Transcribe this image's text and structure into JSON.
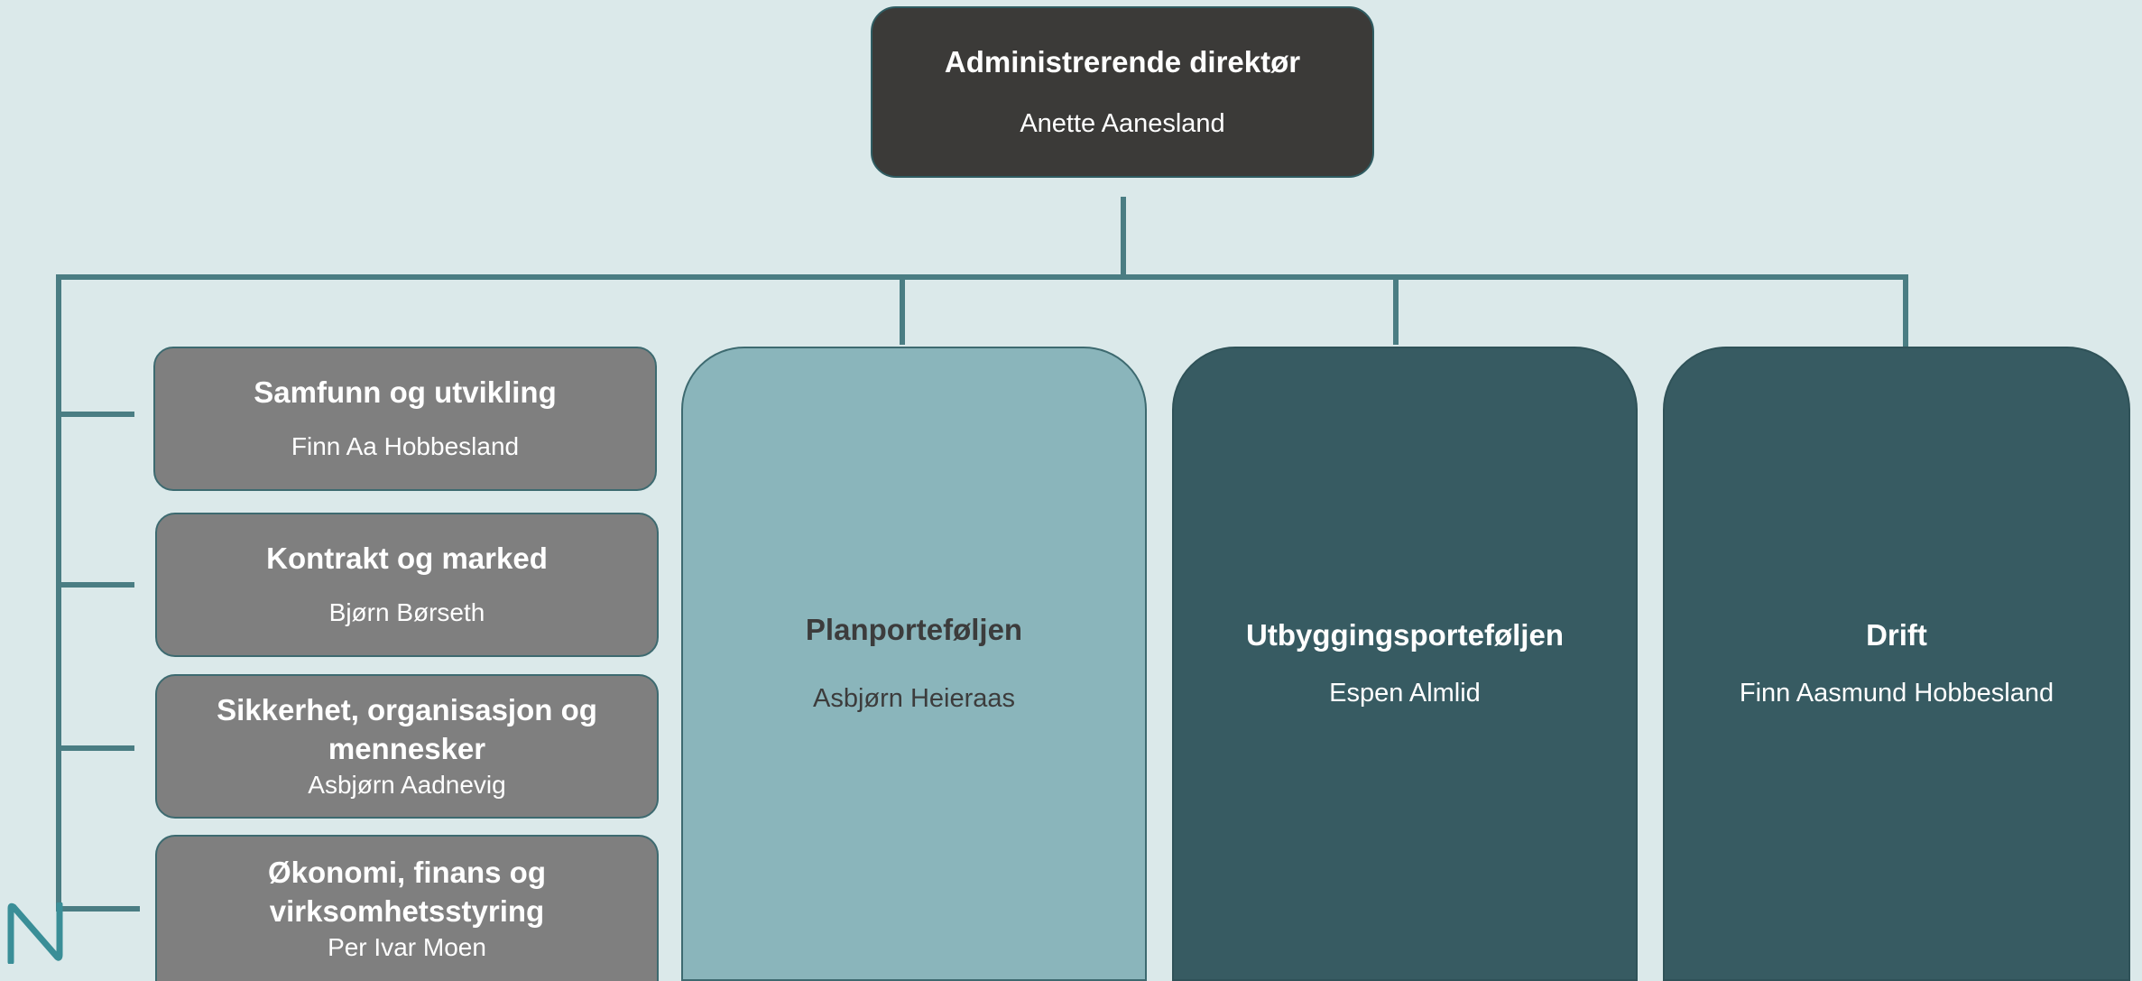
{
  "ceo": {
    "title": "Administrerende direktør",
    "name": "Anette Aanesland"
  },
  "staff_units": [
    {
      "title": "Samfunn og utvikling",
      "name": "Finn Aa Hobbesland"
    },
    {
      "title": "Kontrakt og marked",
      "name": "Bjørn Børseth"
    },
    {
      "title": "Sikkerhet, organisasjon og mennesker",
      "name": "Asbjørn Aadnevig"
    },
    {
      "title": "Økonomi, finans og virksomhetsstyring",
      "name": "Per Ivar Moen"
    }
  ],
  "portfolios": [
    {
      "title": "Planporteføljen",
      "name": "Asbjørn Heieraas"
    },
    {
      "title": "Utbyggingsporteføljen",
      "name": "Espen Almlid"
    },
    {
      "title": "Drift",
      "name": "Finn Aasmund Hobbesland"
    }
  ],
  "colors": {
    "background": "#dbe9ea",
    "connector": "#4a7d83",
    "ceo_box": "#3b3a38",
    "staff_box": "#7f7f7f",
    "plan_box": "#8ab5bb",
    "dark_portfolio_box": "#375b62",
    "logo": "#3a8e97"
  },
  "logo_icon": "n-logo-icon"
}
